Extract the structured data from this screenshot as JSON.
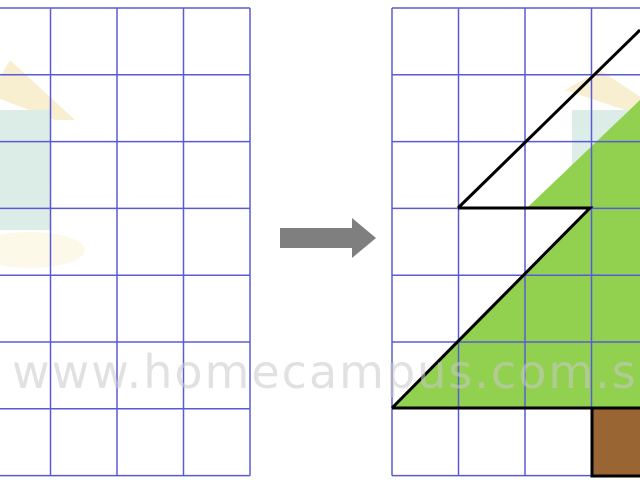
{
  "watermark": {
    "text": "www.homecampus.com.sg"
  },
  "colors": {
    "grid": "#5a5ad6",
    "tree_green": "#92d050",
    "trunk_brown": "#996633",
    "outline": "#000000",
    "arrow": "#7f7f7f"
  },
  "left_grid": {
    "columns": 4,
    "rows": 7
  },
  "right_grid": {
    "columns": 4,
    "rows": 7
  },
  "arrow": {
    "direction": "right"
  }
}
